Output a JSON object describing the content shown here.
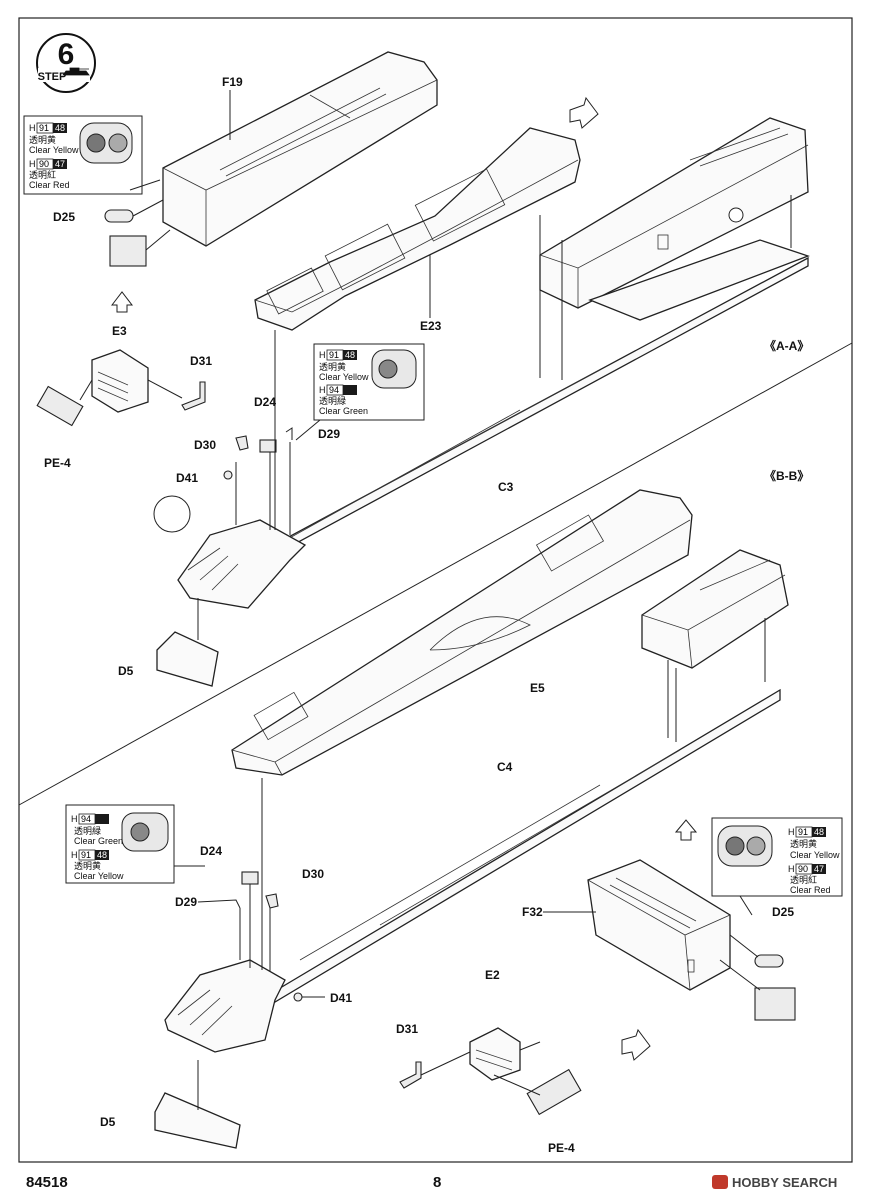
{
  "step": {
    "number": "6",
    "label": "STEP"
  },
  "labels": {
    "F19": "F19",
    "E23": "E23",
    "E3": "E3",
    "D31_top": "D31",
    "D24_top": "D24",
    "D30_top": "D30",
    "D29_top": "D29",
    "D41_top": "D41",
    "PE4_top": "PE-4",
    "D25_top": "D25",
    "C3": "C3",
    "D5_top": "D5",
    "AA": "《A-A》",
    "BB": "《B-B》",
    "E5": "E5",
    "C4": "C4",
    "D24_bot": "D24",
    "D30_bot": "D30",
    "D29_bot": "D29",
    "D41_bot": "D41",
    "D5_bot": "D5",
    "D31_bot": "D31",
    "E2": "E2",
    "PE4_bot": "PE-4",
    "F32": "F32",
    "D25_bot": "D25"
  },
  "paint_callouts": {
    "top_left": [
      {
        "code": "H",
        "num": "91",
        "chip": "48",
        "jp": "透明黄",
        "en": "Clear Yellow",
        "chip_color": "#1a1a1a"
      },
      {
        "code": "H",
        "num": "90",
        "chip": "47",
        "jp": "透明紅",
        "en": "Clear Red",
        "chip_color": "#1a1a1a"
      }
    ],
    "mid": [
      {
        "code": "H",
        "num": "91",
        "chip": "48",
        "jp": "透明黄",
        "en": "Clear Yellow",
        "chip_color": "#1a1a1a"
      },
      {
        "code": "H",
        "num": "94",
        "chip": "",
        "jp": "透明緑",
        "en": "Clear Green",
        "chip_color": "#1a1a1a"
      }
    ],
    "bottom_left": [
      {
        "code": "H",
        "num": "94",
        "chip": "",
        "jp": "透明緑",
        "en": "Clear Green",
        "chip_color": "#1a1a1a"
      },
      {
        "code": "H",
        "num": "91",
        "chip": "48",
        "jp": "透明黄",
        "en": "Clear Yellow",
        "chip_color": "#1a1a1a"
      }
    ],
    "bottom_right": [
      {
        "code": "H",
        "num": "91",
        "chip": "48",
        "jp": "透明黄",
        "en": "Clear Yellow",
        "chip_color": "#1a1a1a"
      },
      {
        "code": "H",
        "num": "90",
        "chip": "47",
        "jp": "透明紅",
        "en": "Clear Red",
        "chip_color": "#1a1a1a"
      }
    ]
  },
  "footer": {
    "kit_number": "84518",
    "page_number": "8",
    "watermark": "HOBBY SEARCH"
  }
}
